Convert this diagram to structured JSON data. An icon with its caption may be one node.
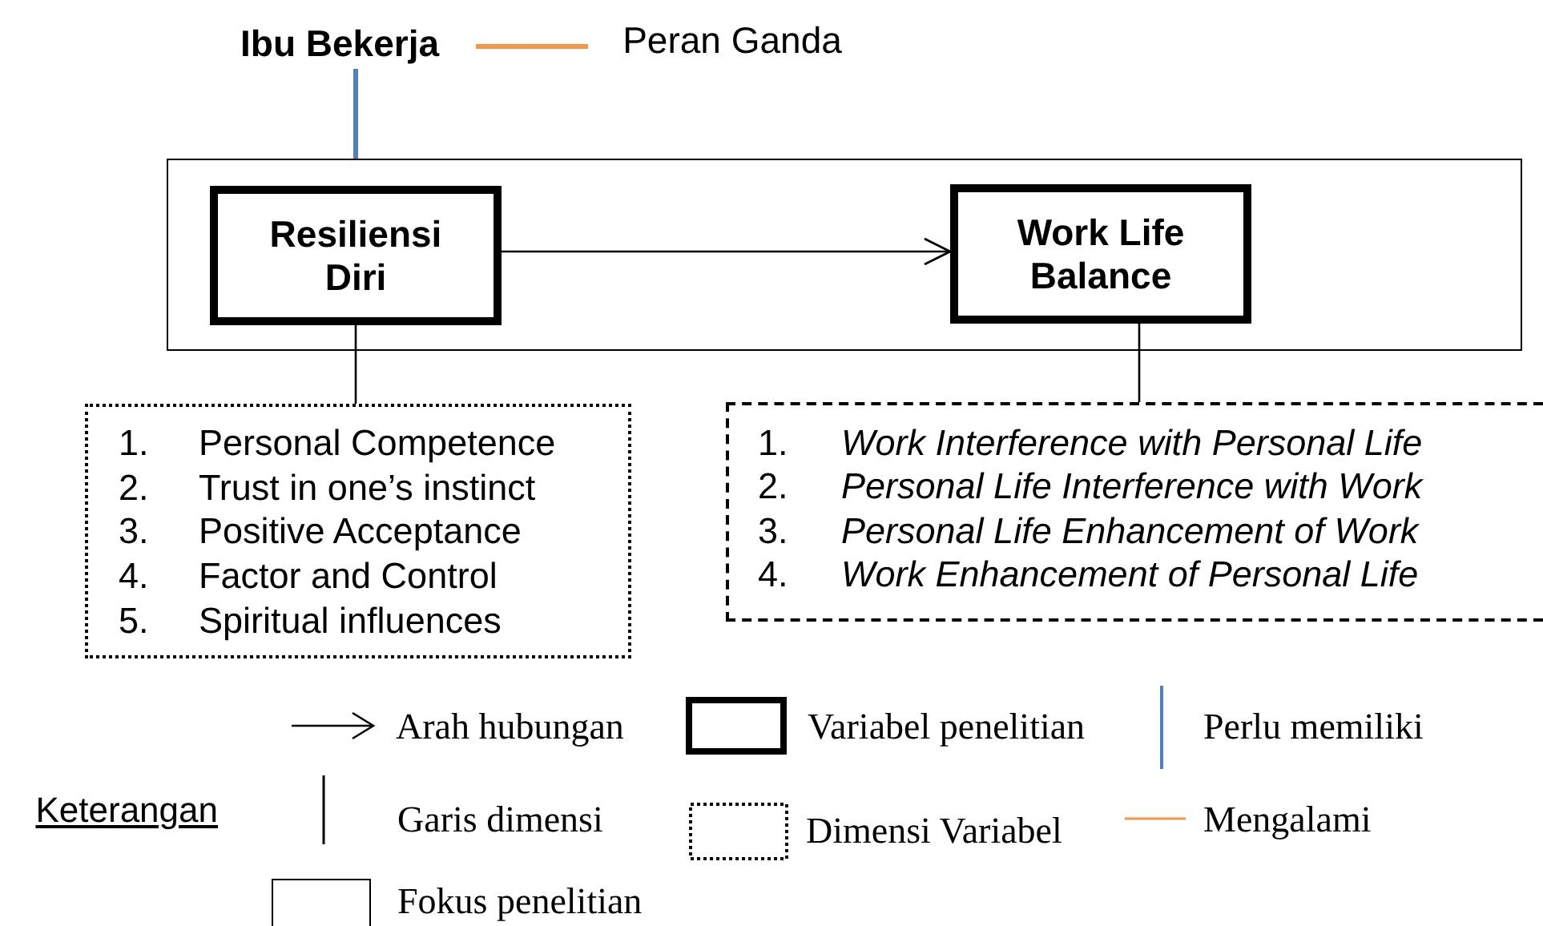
{
  "diagram": {
    "nodes": [
      {
        "text": [
          "Ibu Bekerja"
        ]
      },
      {
        "text": [
          "Peran Ganda"
        ]
      },
      {
        "text": [],
        "shape": "box"
      },
      {
        "text": [
          "Resiliensi Diri"
        ],
        "in": 2
      },
      {
        "text": [
          "Work Life Balance"
        ],
        "in": 2
      },
      {
        "text": [
          "1.",
          "Personal Competence",
          "2.",
          "Trust in one’s instinct",
          "3.",
          "Positive Acceptance",
          "4.",
          "Factor and Control",
          "5.",
          "Spiritual influences"
        ]
      },
      {
        "text": [
          "1.",
          "Work Interference with Personal Life",
          "2.",
          "Personal Life Interference with Work",
          "3.",
          "Personal Life Enhancement of Work",
          "4.",
          "Work Enhancement of Personal Life"
        ]
      }
    ],
    "edges": [
      {
        "from": 0,
        "to": 1,
        "arrow": "none",
        "style": "thick",
        "color": "#f79646"
      },
      {
        "from": 0,
        "to": 2,
        "arrow": "none",
        "style": "thick",
        "color": "#4f81bd"
      },
      {
        "from": 3,
        "to": 4,
        "arrow": "to"
      },
      {
        "from": 3,
        "to": 5,
        "arrow": "none"
      },
      {
        "from": 4,
        "to": 6,
        "arrow": "none"
      }
    ],
    "labels": [
      "Keterangan"
    ],
    "legend": [
      {
        "text": "Arah hubungan"
      },
      {
        "text": "Variabel penelitian"
      },
      {
        "text": "Perlu memiliki"
      },
      {
        "text": "Garis dimensi"
      },
      {
        "text": "Dimensi Variabel"
      },
      {
        "text": "Mengalami"
      },
      {
        "text": "Fokus penelitian"
      }
    ]
  }
}
